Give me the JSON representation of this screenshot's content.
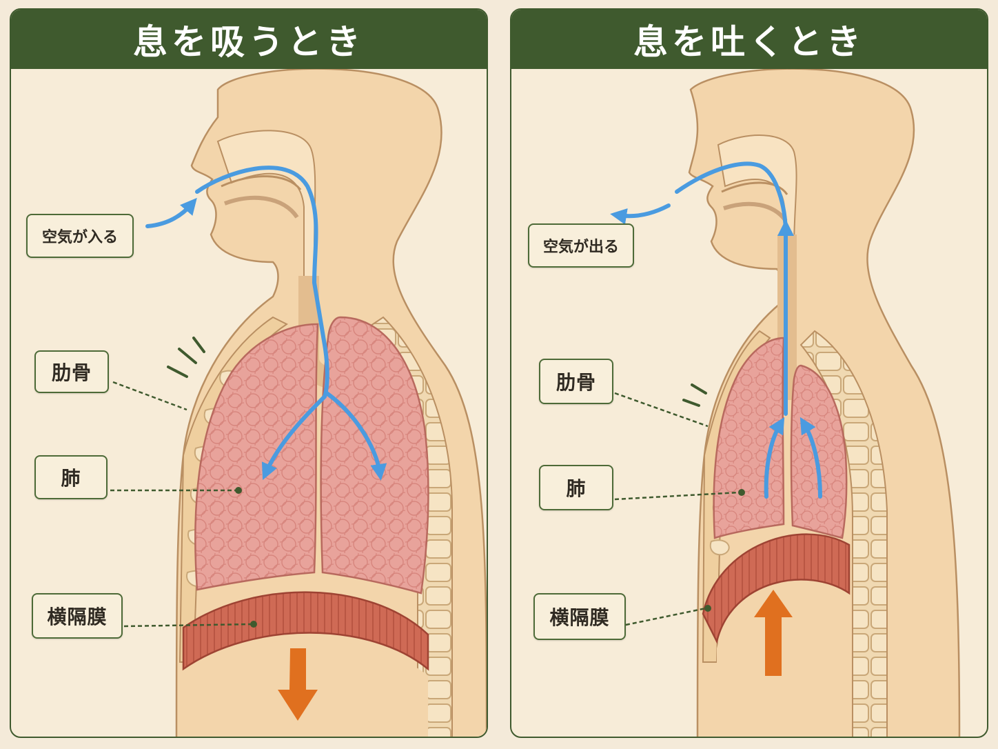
{
  "panels": {
    "inhale": {
      "title": "息を吸うとき",
      "labels": {
        "air": "空気が入る",
        "ribs": "肋骨",
        "lungs": "肺",
        "diaphragm": "横隔膜"
      }
    },
    "exhale": {
      "title": "息を吐くとき",
      "labels": {
        "air": "空気が出る",
        "ribs": "肋骨",
        "lungs": "肺",
        "diaphragm": "横隔膜"
      }
    }
  },
  "colors": {
    "header": "#3f5a2e",
    "skin": "#f3d5ab",
    "lung": "#e59a93",
    "diaphragm": "#c9624e",
    "air_arrow": "#4a9be0",
    "motion_arrow": "#e0701f"
  }
}
